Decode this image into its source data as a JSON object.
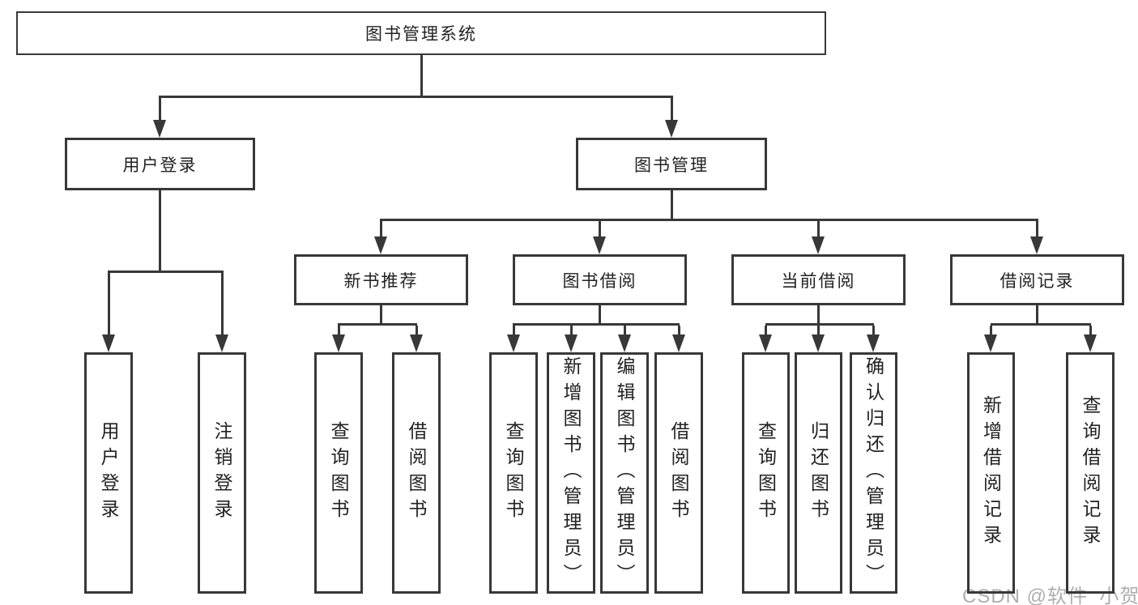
{
  "diagram": {
    "type": "hierarchy-function-structure",
    "colors": {
      "background": "#ffffff",
      "box_border": "#383838",
      "connector_line": "#383838",
      "text": "#222222",
      "watermark": "#aeaeae"
    }
  },
  "tree": {
    "label": "图书管理系统",
    "children": [
      {
        "label": "用户登录",
        "children": [
          {
            "label": "用户登录"
          },
          {
            "label": "注销登录"
          }
        ]
      },
      {
        "label": "图书管理",
        "children": [
          {
            "label": "新书推荐",
            "children": [
              {
                "label": "查询图书"
              },
              {
                "label": "借阅图书"
              }
            ]
          },
          {
            "label": "图书借阅",
            "children": [
              {
                "label": "查询图书"
              },
              {
                "label": "新增图书（管理员）"
              },
              {
                "label": "编辑图书（管理员）"
              },
              {
                "label": "借阅图书"
              }
            ]
          },
          {
            "label": "当前借阅",
            "children": [
              {
                "label": "查询图书"
              },
              {
                "label": "归还图书"
              },
              {
                "label": "确认归还（管理员）"
              }
            ]
          },
          {
            "label": "借阅记录",
            "children": [
              {
                "label": "新增借阅记录"
              },
              {
                "label": "查询借阅记录"
              }
            ]
          }
        ]
      }
    ]
  },
  "watermark": {
    "text": "CSDN @软件_小贺同学"
  }
}
